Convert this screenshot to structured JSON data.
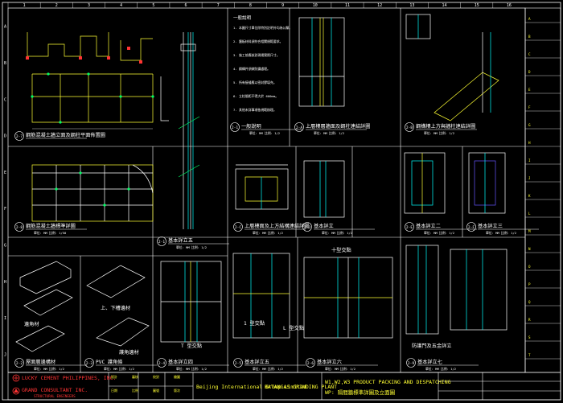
{
  "grid": {
    "columns": [
      "1",
      "2",
      "3",
      "4",
      "5",
      "6",
      "7",
      "8",
      "9",
      "10",
      "11",
      "12",
      "13",
      "14",
      "15",
      "16"
    ],
    "rows": [
      "A",
      "B",
      "C",
      "D",
      "E",
      "F",
      "G",
      "H",
      "I",
      "J"
    ]
  },
  "colors": {
    "background": "#000000",
    "lines": "#ffffff",
    "outline": "#ffff33",
    "detail": "#00ffff",
    "accent": "#ff3333",
    "green": "#00ff66"
  },
  "panels": [
    {
      "tag": "2-7",
      "title": "鋼筋混凝土牆立面及鋼柱平面佈置圖",
      "scale": ""
    },
    {
      "tag": "2-1",
      "title": "一般說明",
      "scale": "單位: MM  比例: 1/2"
    },
    {
      "tag": "2-A",
      "title": "上層樓層牆面及鋼柱連結詳圖",
      "scale": "單位: MM  比例: 1/2"
    },
    {
      "tag": "2-B",
      "title": "鋼構樓上方與牆柱連結詳圖",
      "scale": "單位: MM  比例: 1/2"
    },
    {
      "tag": "2-8",
      "title": "鋼筋混凝土牆標準詳圖",
      "scale": "單位: MM  比例: 1/50"
    },
    {
      "tag": "2-C",
      "title": "上層樓面及上方結構連結詳圖",
      "scale": "單位: MM  比例: 1/2"
    },
    {
      "tag": "2-D",
      "title": "基本詳立",
      "scale": "單位: MM  比例: 1/2"
    },
    {
      "tag": "2-E",
      "title": "基本詳立二",
      "scale": "單位: MM  比例: 1/2"
    },
    {
      "tag": "2-F",
      "title": "基本詳立三",
      "scale": "單位: MM  比例: 1/2"
    },
    {
      "tag": "2-1",
      "title": "基本詳立五",
      "scale": "單位: MM  比例: 1/2"
    },
    {
      "tag": "2-2",
      "title": "屋面層邊構材",
      "scale": "單位: MM  比例: 1/2"
    },
    {
      "tag": "2-3",
      "title": "PVC 護角條",
      "scale": "單位: MM  比例: 1/2"
    },
    {
      "tag": "2-4",
      "title": "基本詳立四",
      "scale": "單位: MM  比例: 1/2"
    },
    {
      "tag": "2-5",
      "title": "基本詳立五",
      "scale": "單位: MM  比例: 1/2"
    },
    {
      "tag": "2-6",
      "title": "基本詳立六",
      "scale": "單位: MM  比例: 1/2"
    },
    {
      "tag": "2-9",
      "title": "基本詳立七",
      "scale": "單位: MM  比例: 1/2"
    }
  ],
  "labels": {
    "section_a": "1 型交點",
    "section_b": "十型交點",
    "section_c": "T 型交點",
    "section_d": "L 型交點",
    "edge": "邊角材",
    "strip": "上、下槽邊材",
    "corner": "護角邊材",
    "door": "防護門及五金詳立",
    "notes_heading": "一般說明"
  },
  "notes": [
    "1. 本圖尺寸單位除特別註明外均為公釐。",
    "2. 牆板材料須符合相關規範要求。",
    "3. 施工前應核對現場實際尺寸。",
    "4. 鋼構件須做防鏽處理。",
    "5. 所有接縫應以密封膠填充。",
    "6. 立柱間距不得大於 600mm。",
    "7. 其他未詳事項依規範辦理。"
  ],
  "title_block": {
    "owner": "LUCKY CEMENT PHILIPPINES, INC.",
    "consultant": "GRAND CONSULTANT INC.",
    "consultant_sub": "STRUCTURAL ENGINEERS",
    "contractor": "Beijing International Group Limited",
    "project": "BATANGAS GRINDING PLANT",
    "drawing_title_1": "W1,W2,W3 PRODUCT PACKING AND DESPATCHING",
    "drawing_title_2": "WP: 隔間牆標準詳圖及立面圖",
    "cells": [
      "設計",
      "審核",
      "校對",
      "繪圖",
      "日期",
      "比例",
      "圖號",
      "版次"
    ]
  },
  "revision_rows": [
    "A",
    "B",
    "C",
    "D",
    "E",
    "F",
    "G",
    "H",
    "I",
    "J",
    "K",
    "L",
    "M",
    "N",
    "O",
    "P",
    "Q",
    "R",
    "S",
    "T"
  ]
}
